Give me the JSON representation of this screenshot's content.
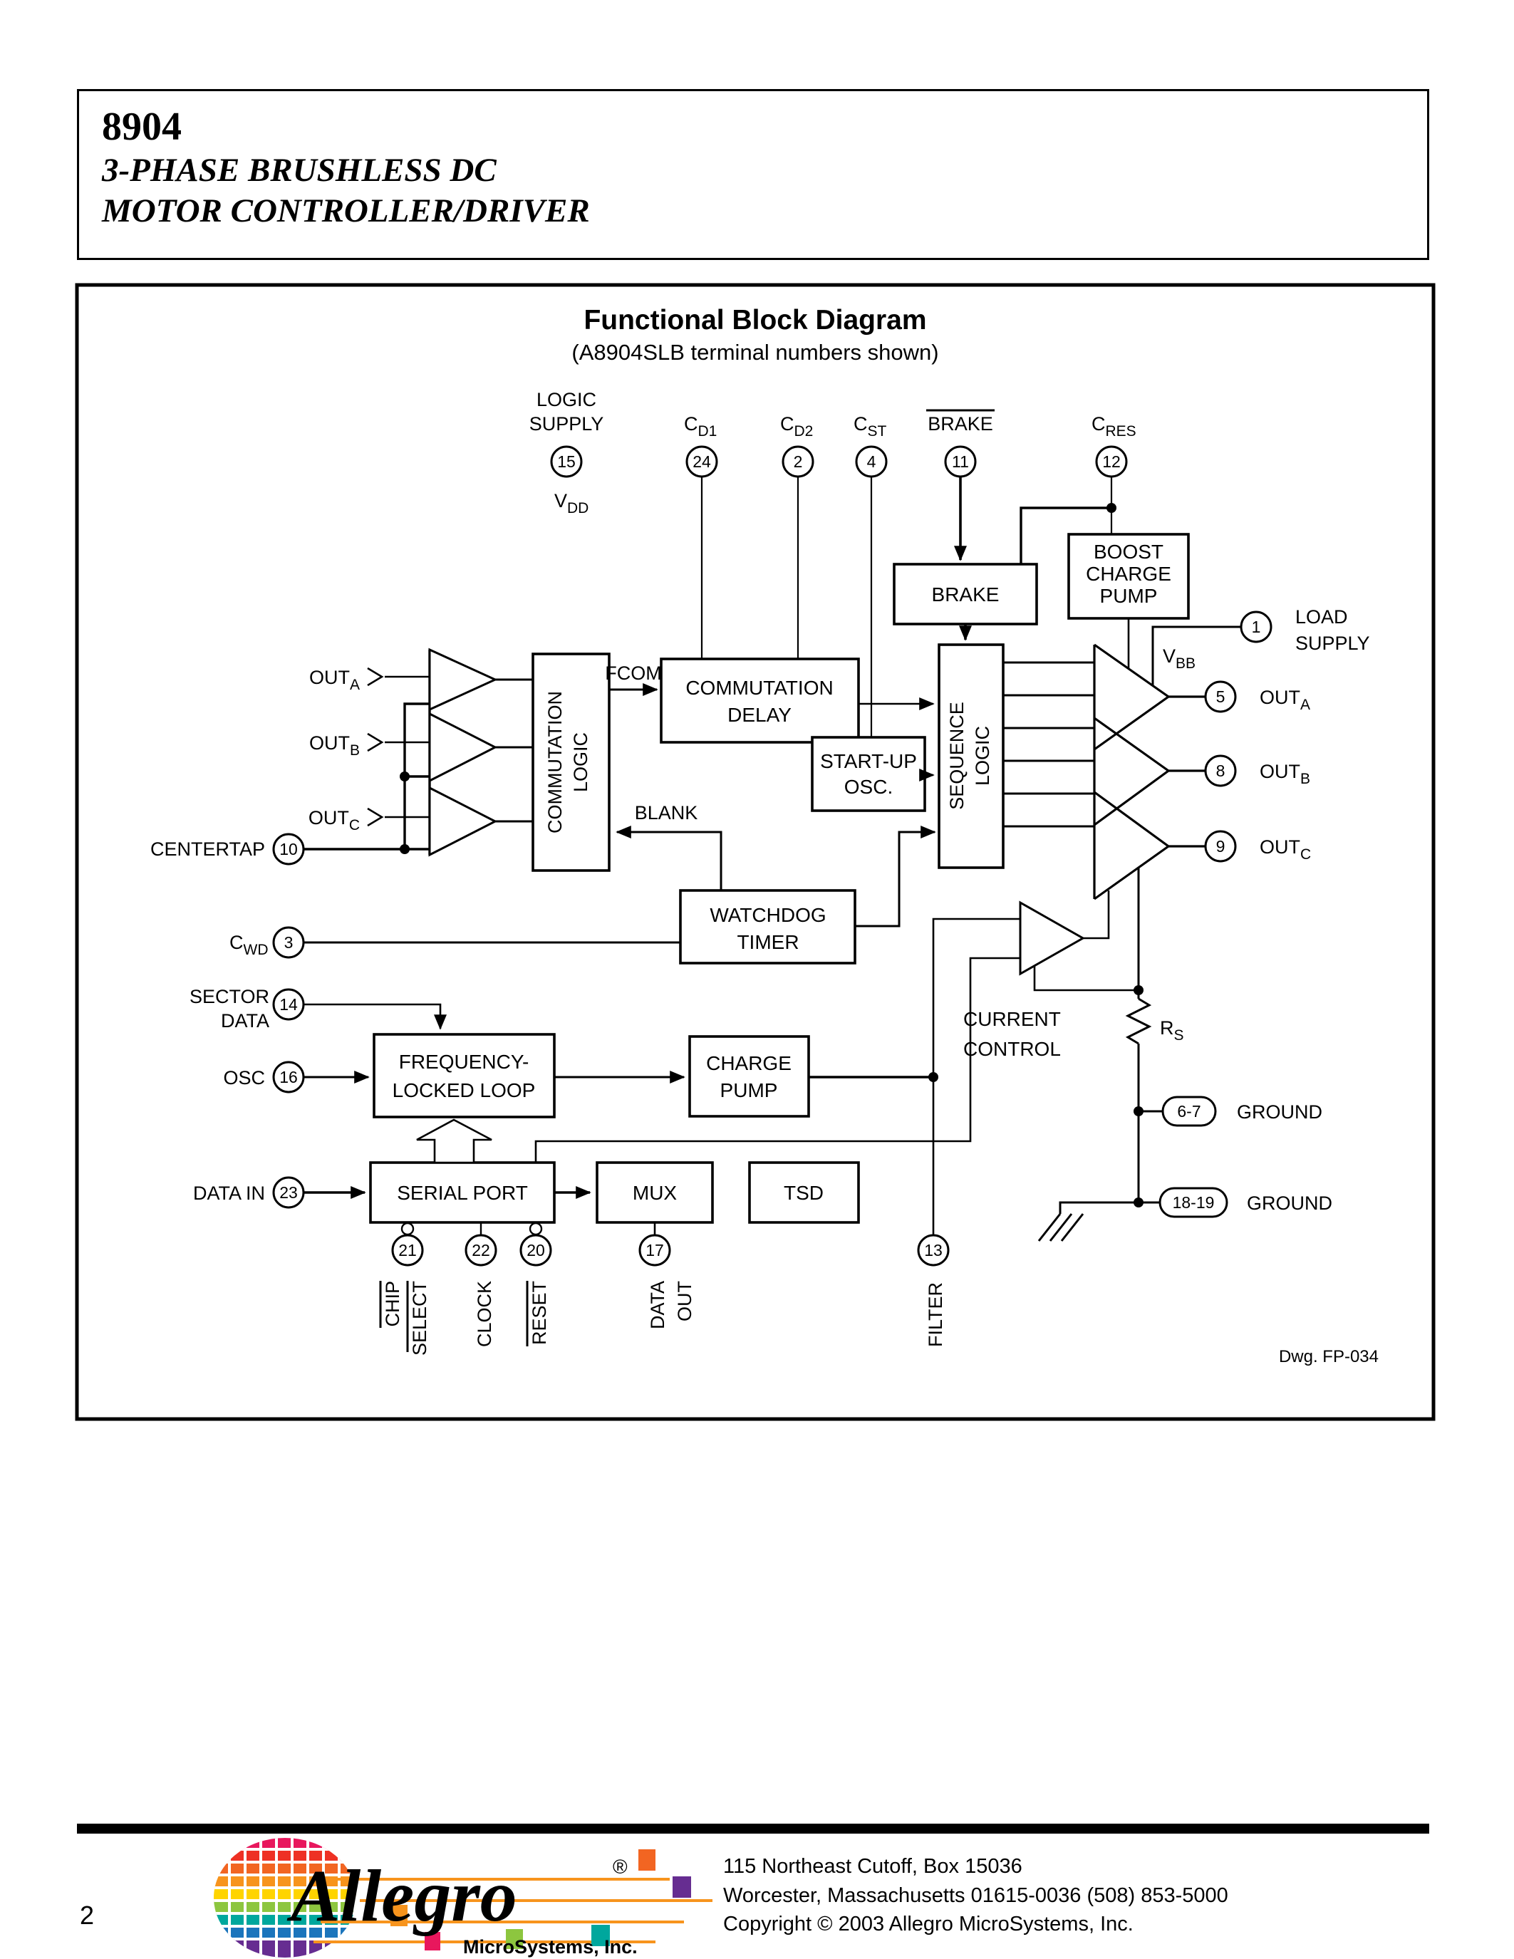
{
  "page": {
    "number": "2"
  },
  "header": {
    "part": "8904",
    "title_line1": "3-PHASE BRUSHLESS DC",
    "title_line2": "MOTOR CONTROLLER/DRIVER"
  },
  "diagram": {
    "title": "Functional Block Diagram",
    "subtitle": "(A8904SLB terminal numbers shown)",
    "note": "Dwg. FP-034",
    "blocks": {
      "brake": "BRAKE",
      "boost1": "BOOST",
      "boost2": "CHARGE",
      "boost3": "PUMP",
      "comm_delay1": "COMMUTATION",
      "comm_delay2": "DELAY",
      "startup1": "START-UP",
      "startup2": "OSC.",
      "comm_logic1": "COMMUTATION",
      "comm_logic2": "LOGIC",
      "seq_logic1": "SEQUENCE",
      "seq_logic2": "LOGIC",
      "watchdog1": "WATCHDOG",
      "watchdog2": "TIMER",
      "fll1": "FREQUENCY-",
      "fll2": "LOCKED LOOP",
      "charge_pump1": "CHARGE",
      "charge_pump2": "PUMP",
      "serial_port": "SERIAL PORT",
      "mux": "MUX",
      "tsd": "TSD",
      "current_control1": "CURRENT",
      "current_control2": "CONTROL"
    },
    "signals": {
      "fcom": "FCOM",
      "blank": "BLANK",
      "vdd_base": "V",
      "vdd_sub": "DD",
      "vbb_base": "V",
      "vbb_sub": "BB",
      "rs_base": "R",
      "rs_sub": "S"
    },
    "pins": {
      "logic_supply": {
        "label1": "LOGIC",
        "label2": "SUPPLY",
        "num": "15"
      },
      "cd1": {
        "base": "C",
        "sub": "D1",
        "num": "24"
      },
      "cd2": {
        "base": "C",
        "sub": "D2",
        "num": "2"
      },
      "cst": {
        "base": "C",
        "sub": "ST",
        "num": "4"
      },
      "brake": {
        "label": "BRAKE",
        "num": "11"
      },
      "cres": {
        "base": "C",
        "sub": "RES",
        "num": "12"
      },
      "load_supply": {
        "num": "1",
        "label1": "LOAD",
        "label2": "SUPPLY"
      },
      "out_a": {
        "num": "5",
        "base": "OUT",
        "sub": "A"
      },
      "out_b": {
        "num": "8",
        "base": "OUT",
        "sub": "B"
      },
      "out_c": {
        "num": "9",
        "base": "OUT",
        "sub": "C"
      },
      "ground1": {
        "num": "6-7",
        "label": "GROUND"
      },
      "ground2": {
        "num": "18-19",
        "label": "GROUND"
      },
      "centertap": {
        "label": "CENTERTAP",
        "num": "10"
      },
      "cwd": {
        "base": "C",
        "sub": "WD",
        "num": "3"
      },
      "sector": {
        "label1": "SECTOR",
        "label2": "DATA",
        "num": "14"
      },
      "osc": {
        "label": "OSC",
        "num": "16"
      },
      "datain": {
        "label": "DATA IN",
        "num": "23"
      },
      "chip_select": {
        "num": "21",
        "label1": "CHIP",
        "label2": "SELECT"
      },
      "clock": {
        "num": "22",
        "label": "CLOCK"
      },
      "reset": {
        "num": "20",
        "label": "RESET"
      },
      "dataout": {
        "num": "17",
        "label1": "DATA",
        "label2": "OUT"
      },
      "filter": {
        "num": "13",
        "label": "FILTER"
      }
    },
    "sense_inputs": {
      "a_base": "OUT",
      "a_sub": "A",
      "b_base": "OUT",
      "b_sub": "B",
      "c_base": "OUT",
      "c_sub": "C"
    }
  },
  "footer": {
    "address1": "115 Northeast Cutoff, Box 15036",
    "address2": "Worcester, Massachusetts 01615-0036  (508) 853-5000",
    "address3": "Copyright © 2003 Allegro MicroSystems, Inc.",
    "logo_name": "Allegro",
    "logo_reg": "®",
    "logo_sub": "MicroSystems, Inc."
  }
}
